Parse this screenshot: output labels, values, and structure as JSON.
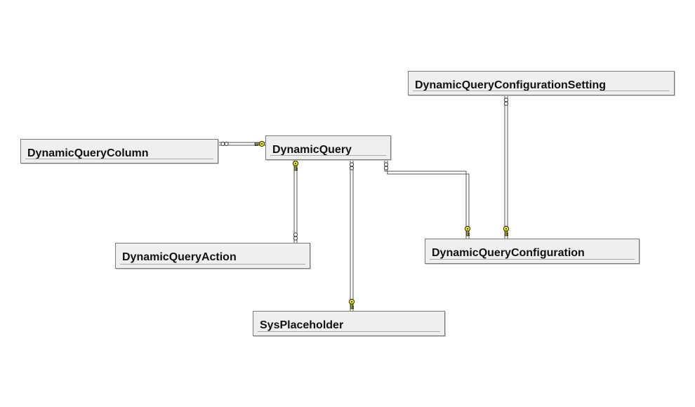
{
  "diagram": {
    "tables": [
      {
        "id": "configuration-setting",
        "name": "DynamicQueryConfigurationSetting"
      },
      {
        "id": "column",
        "name": "DynamicQueryColumn"
      },
      {
        "id": "query",
        "name": "DynamicQuery"
      },
      {
        "id": "action",
        "name": "DynamicQueryAction"
      },
      {
        "id": "configuration",
        "name": "DynamicQueryConfiguration"
      },
      {
        "id": "placeholder",
        "name": "SysPlaceholder"
      }
    ],
    "colors": {
      "key": "#f2e600",
      "line": "#555555",
      "box_fill": "#efefef",
      "box_border": "#7a7a7a"
    },
    "symbols": {
      "one_end": "key-icon",
      "many_end": "infinity-icon"
    }
  }
}
